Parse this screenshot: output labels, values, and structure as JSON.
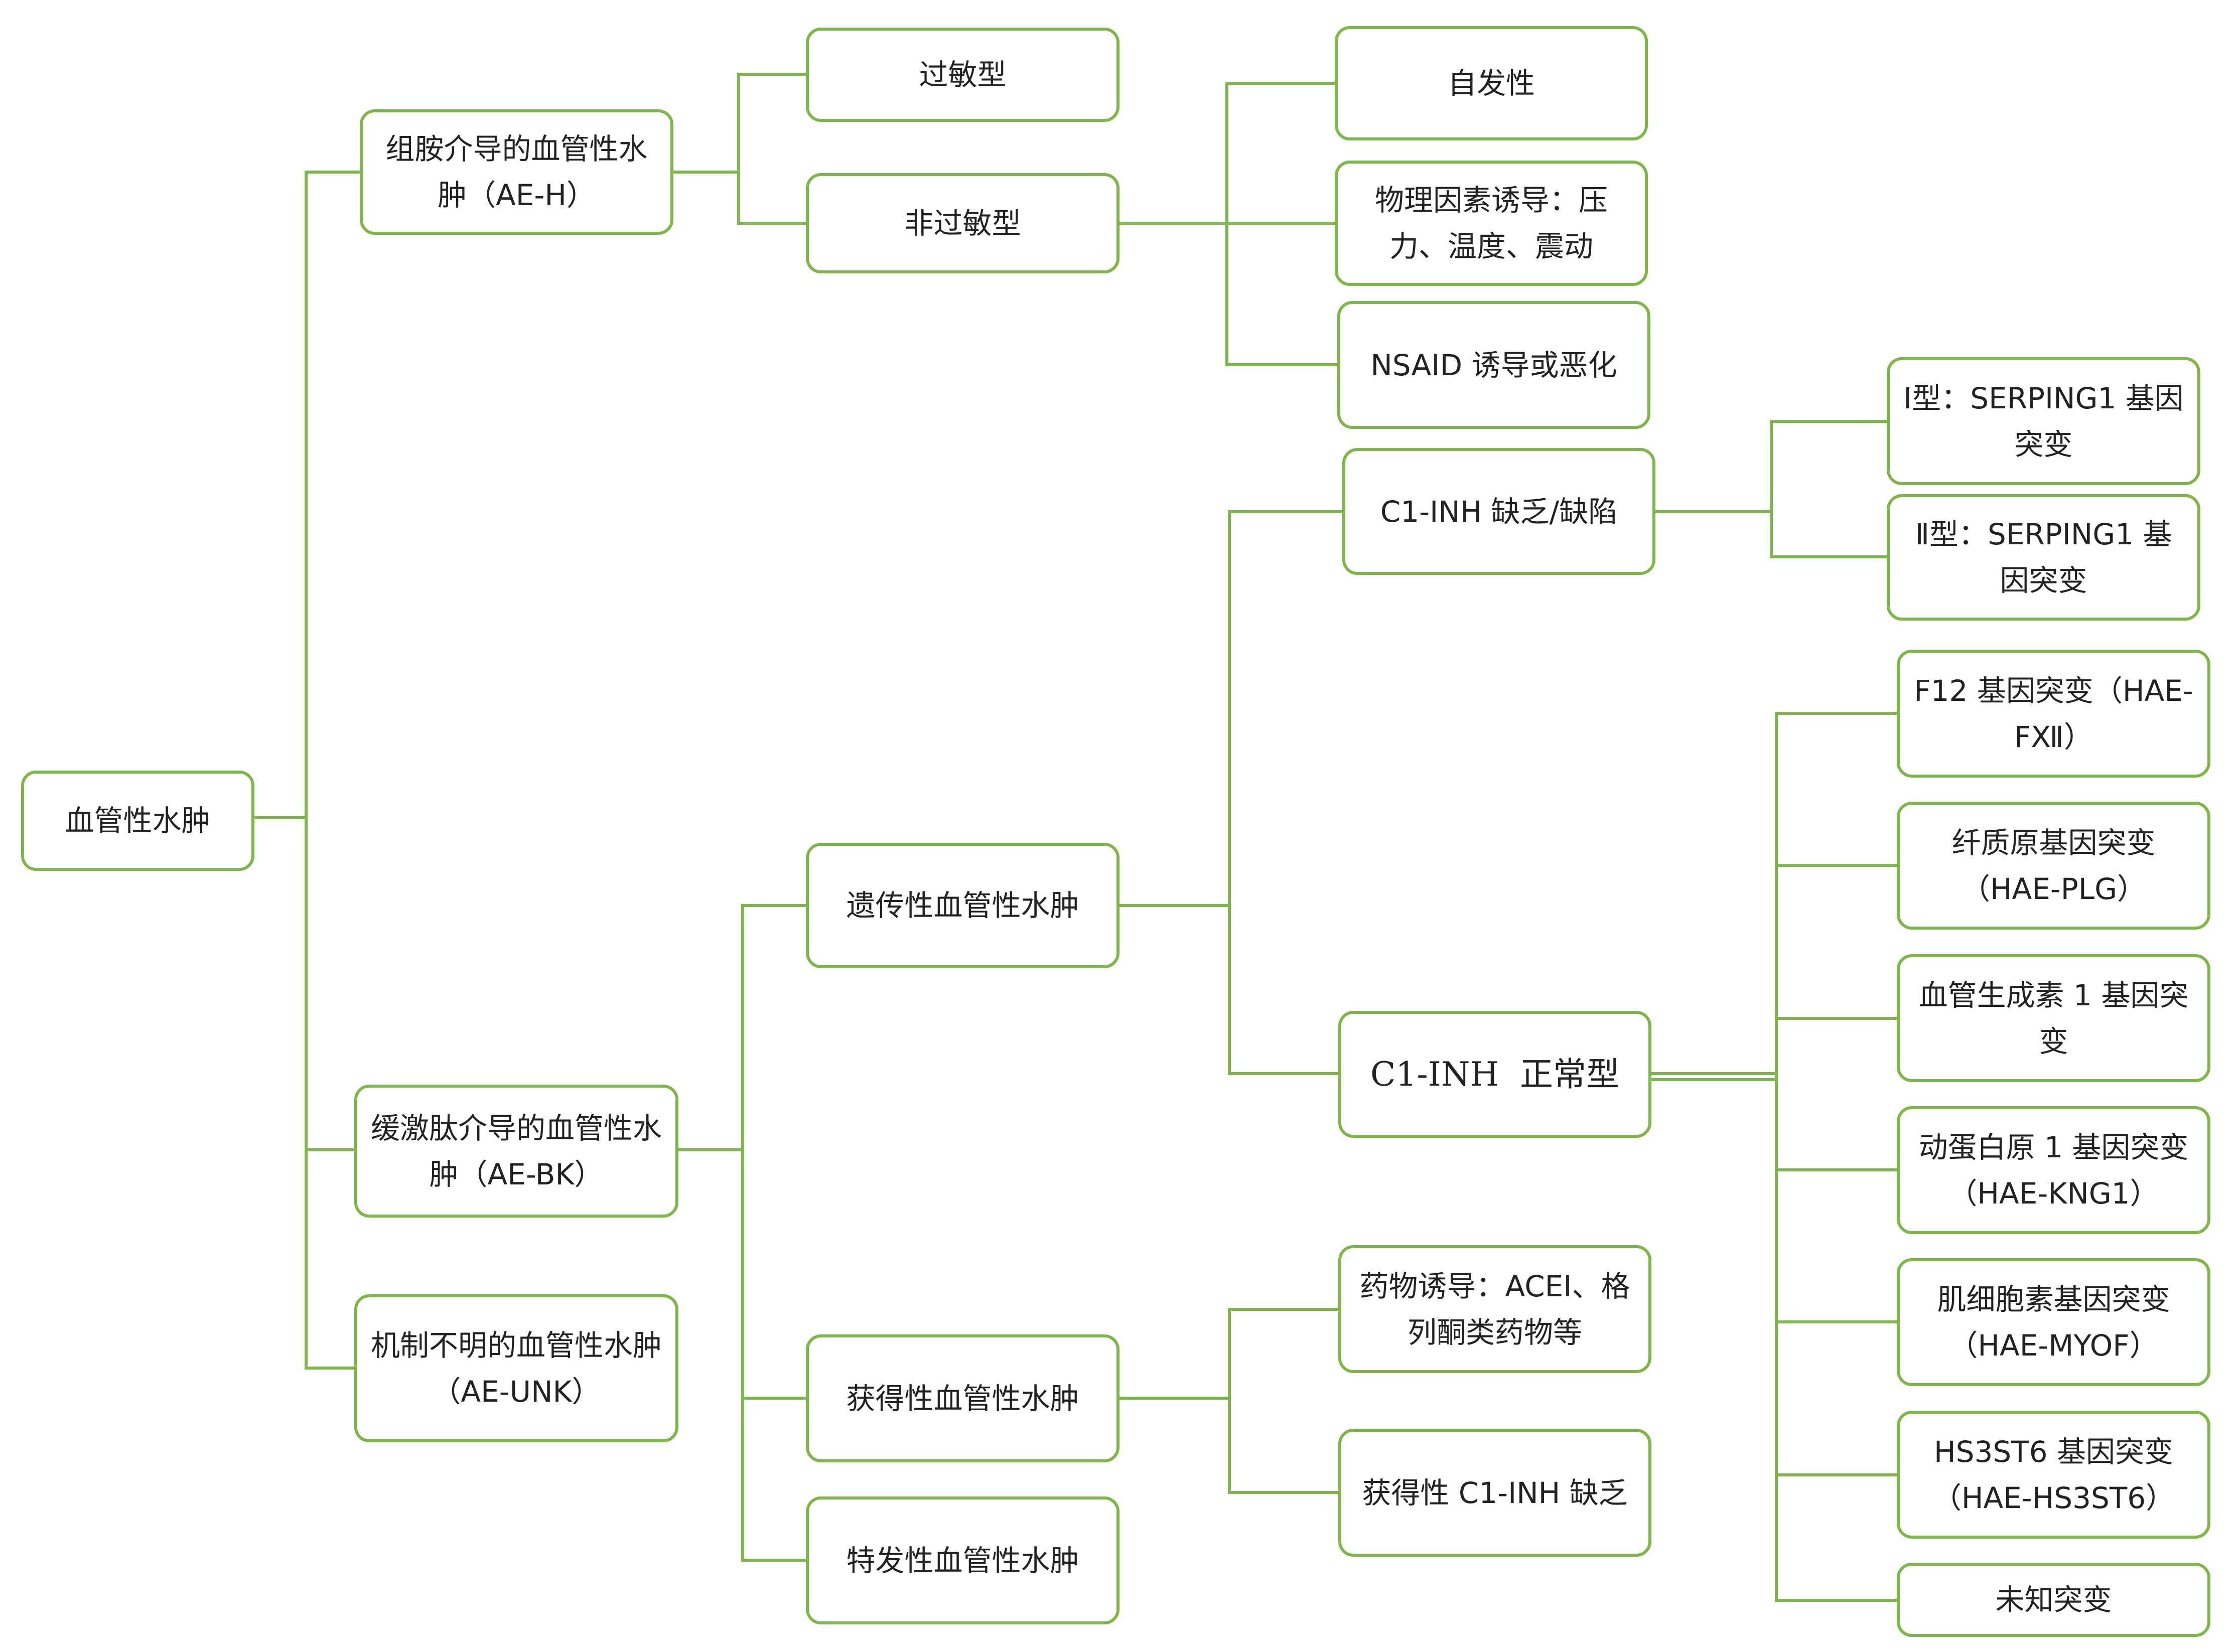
{
  "theme": {
    "stroke": "#7fb649",
    "text": "#222222",
    "background": "#ffffff"
  },
  "nodes": {
    "root": "血管性水肿",
    "ae_h": "组胺介导的血管性水肿（AE-H）",
    "ae_bk": "缓激肽介导的血管性水肿（AE-BK）",
    "ae_unk": "机制不明的血管性水肿（AE-UNK）",
    "allergic": "过敏型",
    "non_allergic": "非过敏型",
    "spontaneous": "自发性",
    "physical": "物理因素诱导：压力、温度、震动",
    "nsaid": "NSAID 诱导或恶化",
    "hereditary": "遗传性血管性水肿",
    "acquired": "获得性血管性水肿",
    "idiopathic": "特发性血管性水肿",
    "c1_deficient": "C1-INH 缺乏/缺陷",
    "c1_normal": "C1-INH  正常型",
    "drug_induced": "药物诱导：ACEI、格列酮类药物等",
    "acquired_c1": "获得性 C1-INH 缺乏",
    "type1": "Ⅰ型：SERPING1 基因突变",
    "type2": "Ⅱ型：SERPING1 基因突变",
    "f12": "F12 基因突变（HAE-FⅫ）",
    "plg": "纤质原基因突变（HAE-PLG）",
    "angpt1": "血管生成素 1 基因突变",
    "kng1": "动蛋白原 1 基因突变（HAE-KNG1）",
    "myof": "肌细胞素基因突变（HAE-MYOF）",
    "hs3st6": "HS3ST6 基因突变（HAE-HS3ST6）",
    "unknown": "未知突变"
  }
}
